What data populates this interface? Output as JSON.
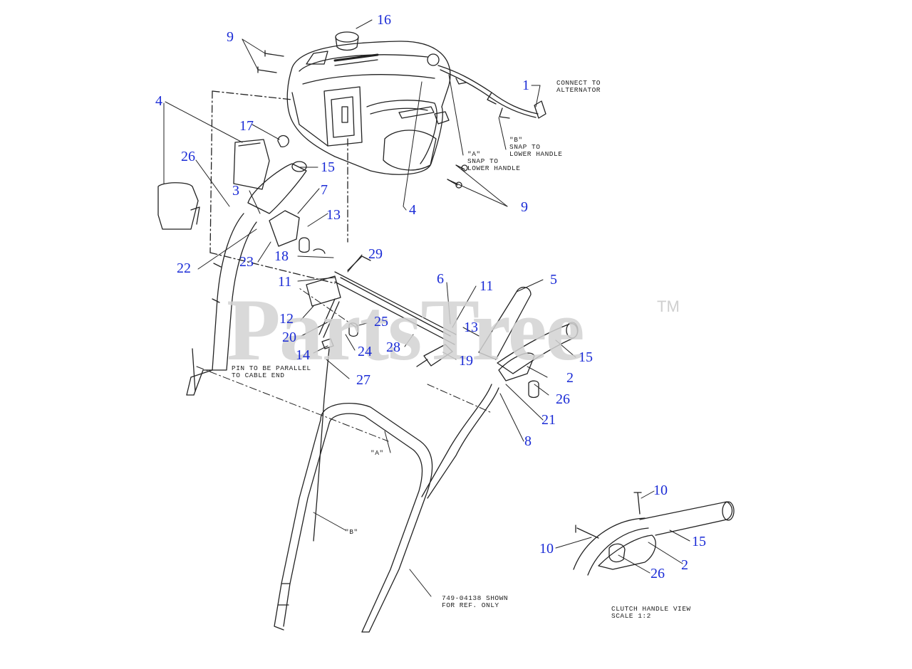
{
  "watermark": {
    "text": "PartsTree",
    "trademark": "TM"
  },
  "callouts": [
    {
      "id": "c1",
      "text": "1"
    },
    {
      "id": "c2a",
      "text": "2"
    },
    {
      "id": "c2b",
      "text": "2"
    },
    {
      "id": "c3",
      "text": "3"
    },
    {
      "id": "c4a",
      "text": "4"
    },
    {
      "id": "c4b",
      "text": "4"
    },
    {
      "id": "c5",
      "text": "5"
    },
    {
      "id": "c6",
      "text": "6"
    },
    {
      "id": "c7",
      "text": "7"
    },
    {
      "id": "c8",
      "text": "8"
    },
    {
      "id": "c9a",
      "text": "9"
    },
    {
      "id": "c9b",
      "text": "9"
    },
    {
      "id": "c10a",
      "text": "10"
    },
    {
      "id": "c10b",
      "text": "10"
    },
    {
      "id": "c11a",
      "text": "11"
    },
    {
      "id": "c11b",
      "text": "11"
    },
    {
      "id": "c12",
      "text": "12"
    },
    {
      "id": "c13a",
      "text": "13"
    },
    {
      "id": "c13b",
      "text": "13"
    },
    {
      "id": "c14",
      "text": "14"
    },
    {
      "id": "c15a",
      "text": "15"
    },
    {
      "id": "c15b",
      "text": "15"
    },
    {
      "id": "c15c",
      "text": "15"
    },
    {
      "id": "c16",
      "text": "16"
    },
    {
      "id": "c17",
      "text": "17"
    },
    {
      "id": "c18",
      "text": "18"
    },
    {
      "id": "c19",
      "text": "19"
    },
    {
      "id": "c20",
      "text": "20"
    },
    {
      "id": "c21",
      "text": "21"
    },
    {
      "id": "c22",
      "text": "22"
    },
    {
      "id": "c23",
      "text": "23"
    },
    {
      "id": "c24",
      "text": "24"
    },
    {
      "id": "c25",
      "text": "25"
    },
    {
      "id": "c26a",
      "text": "26"
    },
    {
      "id": "c26b",
      "text": "26"
    },
    {
      "id": "c26c",
      "text": "26"
    },
    {
      "id": "c27",
      "text": "27"
    },
    {
      "id": "c28",
      "text": "28"
    },
    {
      "id": "c29",
      "text": "29"
    }
  ],
  "notes": {
    "alternator": "CONNECT TO\nALTERNATOR",
    "snap_b": "\"B\"\nSNAP TO\nLOWER HANDLE",
    "snap_a": "\"A\"\nSNAP TO\nLOWER HANDLE",
    "pin": "PIN TO BE PARALLEL\nTO CABLE END",
    "mark_a": "\"A\"",
    "mark_b": "\"B\"",
    "shown_ref": "749-04138 SHOWN\nFOR REF. ONLY",
    "clutch_view": "CLUTCH HANDLE VIEW\nSCALE 1:2"
  }
}
